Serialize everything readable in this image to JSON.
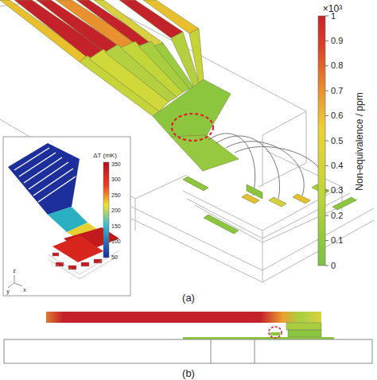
{
  "diagram": {
    "labels": [
      "×10³",
      "1",
      "0.9",
      "0.8",
      "0.7",
      "0.6",
      "0.5",
      "0.4",
      "0.3",
      "0.2",
      "0.1",
      "0",
      "Non-equivalence / ppm",
      "ΔT (mK)",
      "350",
      "300",
      "250",
      "200",
      "150",
      "100",
      "50",
      "y",
      "z",
      "x",
      "(a)",
      "(b)"
    ]
  }
}
